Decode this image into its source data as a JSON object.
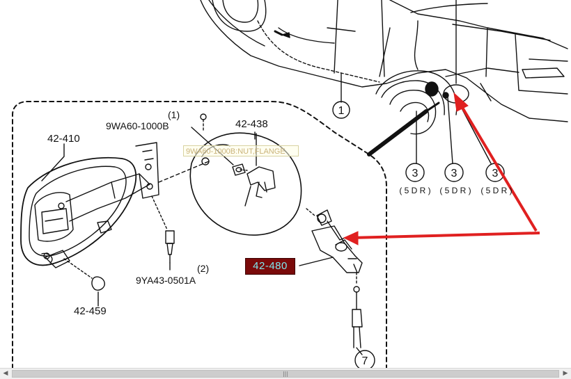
{
  "callouts": {
    "c1": "1",
    "c3a": "3",
    "c3b": "3",
    "c3c": "3",
    "c7": "7"
  },
  "door_notes": {
    "n1": "( 5 D R )",
    "n2": "( 5 D R )",
    "n3": "( 5 D R )"
  },
  "parts": {
    "p42410": "42-410",
    "p42438": "42-438",
    "p42459": "42-459",
    "p42480": "42-480",
    "qty1": "(1)",
    "code1": "9WA60-1000B",
    "qty2": "(2)",
    "code2": "9YA43-0501A"
  },
  "tooltip": "9WA60-1000B:NUT,FLANGE",
  "colors": {
    "highlight_bg": "#7a0a0a",
    "highlight_text": "#7fe8ee",
    "arrow": "#e02020",
    "line": "#111111"
  },
  "scrollbar": {
    "grip": "|||",
    "left_arrow": "◀",
    "right_arrow": "▶"
  }
}
